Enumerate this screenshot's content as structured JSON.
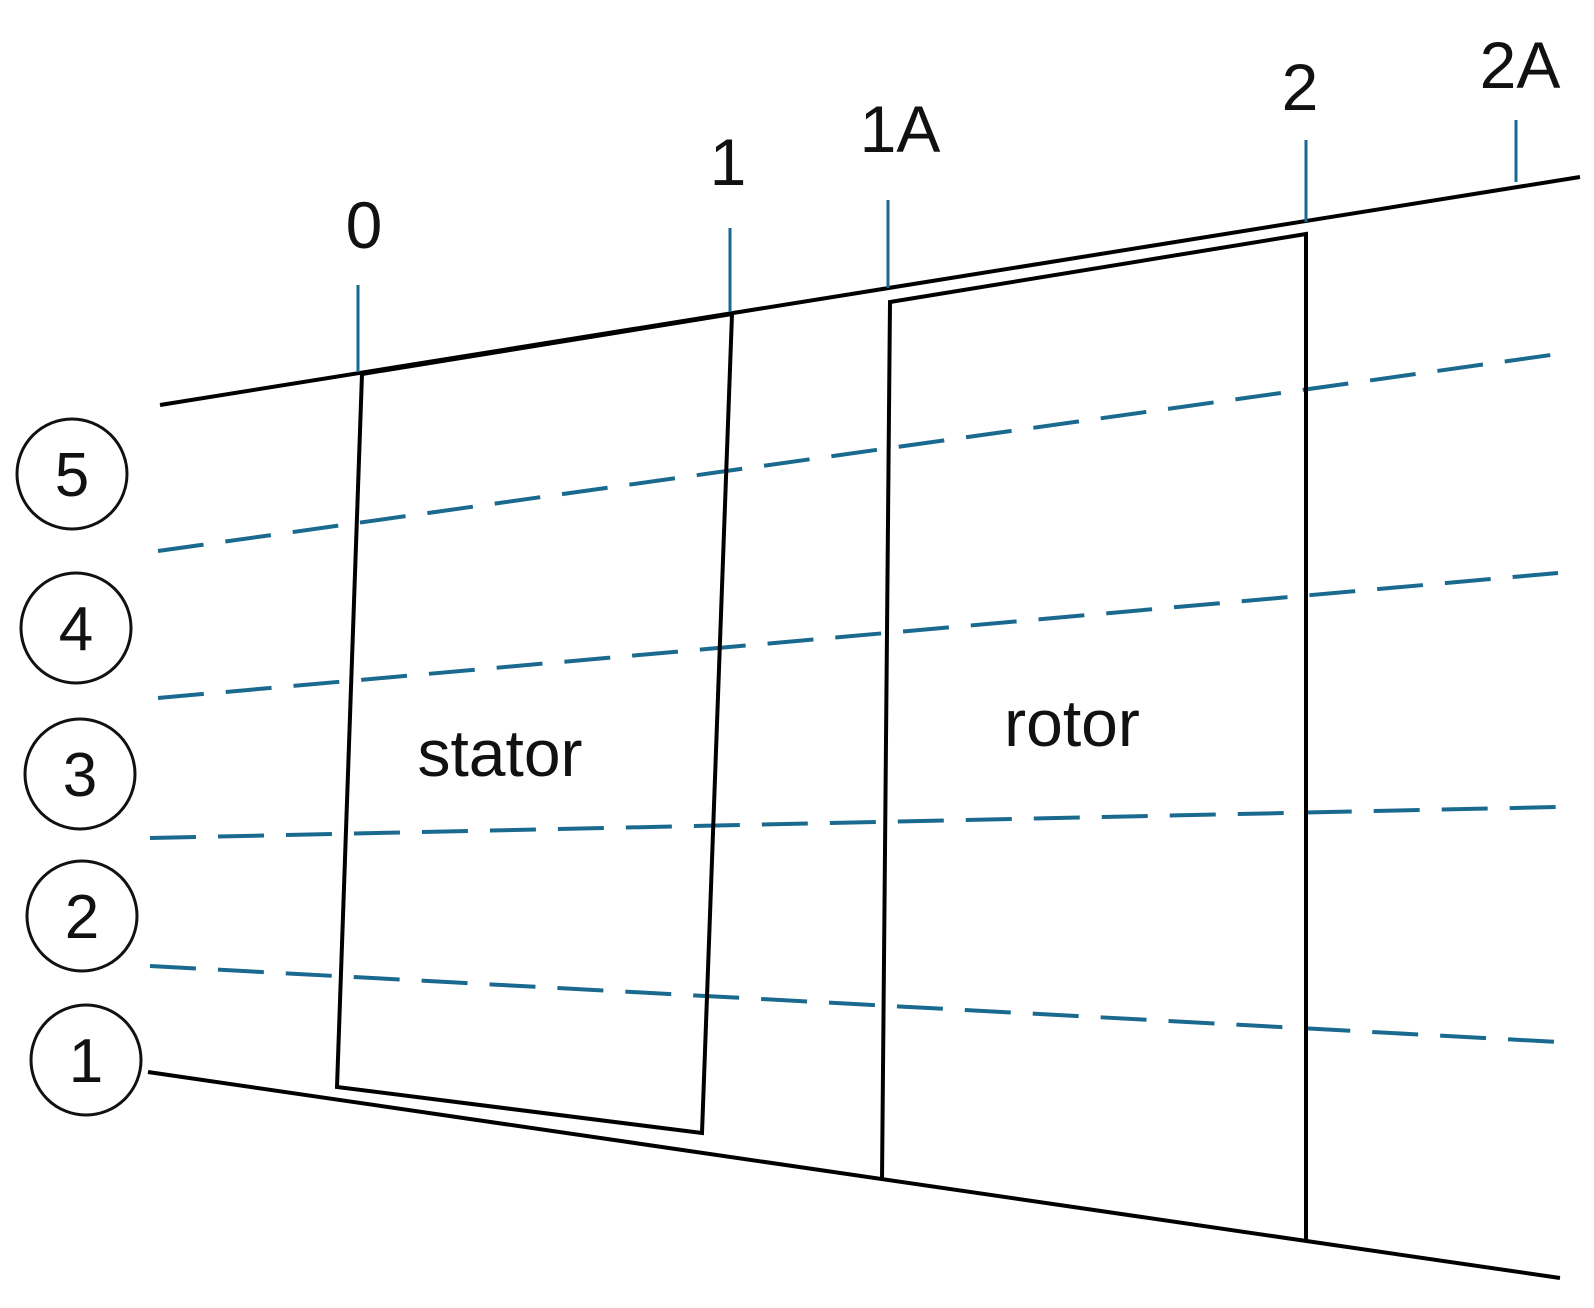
{
  "stations": [
    {
      "id": "s0",
      "label": "0"
    },
    {
      "id": "s1",
      "label": "1"
    },
    {
      "id": "s1A",
      "label": "1A"
    },
    {
      "id": "s2",
      "label": "2"
    },
    {
      "id": "s2A",
      "label": "2A"
    }
  ],
  "blades": {
    "stator": "stator",
    "rotor": "rotor"
  },
  "streamlines": [
    {
      "id": "st1",
      "label": "1"
    },
    {
      "id": "st2",
      "label": "2"
    },
    {
      "id": "st3",
      "label": "3"
    },
    {
      "id": "st4",
      "label": "4"
    },
    {
      "id": "st5",
      "label": "5"
    }
  ],
  "colors": {
    "streamline": "#1a6a8f",
    "outline": "#000000"
  }
}
